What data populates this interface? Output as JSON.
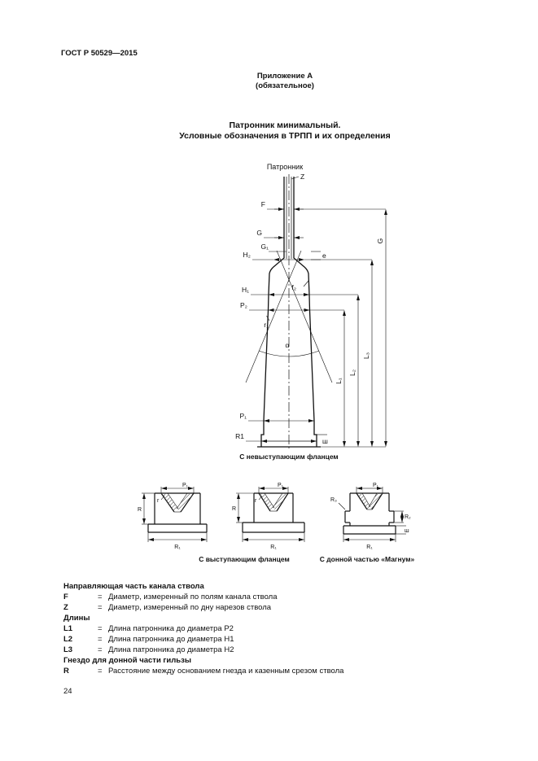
{
  "page": {
    "doc_number": "ГОСТ Р 50529—2015",
    "page_number": "24"
  },
  "appendix": {
    "line1": "Приложение А",
    "line2": "(обязательное)"
  },
  "title": {
    "line1": "Патронник минимальный.",
    "line2": "Условные обозначения в ТРПП и их определения",
    "drawing_label": "Патронник"
  },
  "captions": {
    "main": "С невыступающим фланцем",
    "flange": "С выступающим фланцем",
    "magnum": "С донной частью «Магнум»"
  },
  "drawing": {
    "labels": {
      "Z": "Z",
      "F": "F",
      "G": "G",
      "G1": "G₁",
      "H2": "H₂",
      "e": "e",
      "H1": "H₁",
      "f2": "f₂",
      "P2": "P₂",
      "r1": "r₁",
      "alpha": "α",
      "P1": "P₁",
      "R1": "R1",
      "sh": "ш",
      "L1": "L₁",
      "L2": "L₂",
      "L3": "L₃",
      "G_len": "G"
    }
  },
  "small_diagrams": {
    "labels": {
      "r": "r",
      "P1": "P₁",
      "R": "R",
      "R1": "R₁",
      "R2": "R₂",
      "R3": "R₃",
      "sh": "ш"
    }
  },
  "legend": {
    "eq": "=",
    "sections": [
      {
        "heading": "Направляющая часть канала ствола",
        "items": [
          {
            "symbol": "F",
            "definition": "Диаметр, измеренный по полям канала ствола"
          },
          {
            "symbol": "Z",
            "definition": "Диаметр, измеренный по дну нарезов ствола"
          }
        ]
      },
      {
        "heading": "Длины",
        "items": [
          {
            "symbol": "L1",
            "definition": "Длина патронника до диаметра P2"
          },
          {
            "symbol": "L2",
            "definition": "Длина патронника до диаметра H1"
          },
          {
            "symbol": "L3",
            "definition": "Длина патронника до диаметра H2"
          }
        ]
      },
      {
        "heading": "Гнездо для донной части гильзы",
        "items": [
          {
            "symbol": "R",
            "definition": "Расстояние между основанием гнезда и казенным срезом ствола"
          }
        ]
      }
    ]
  }
}
